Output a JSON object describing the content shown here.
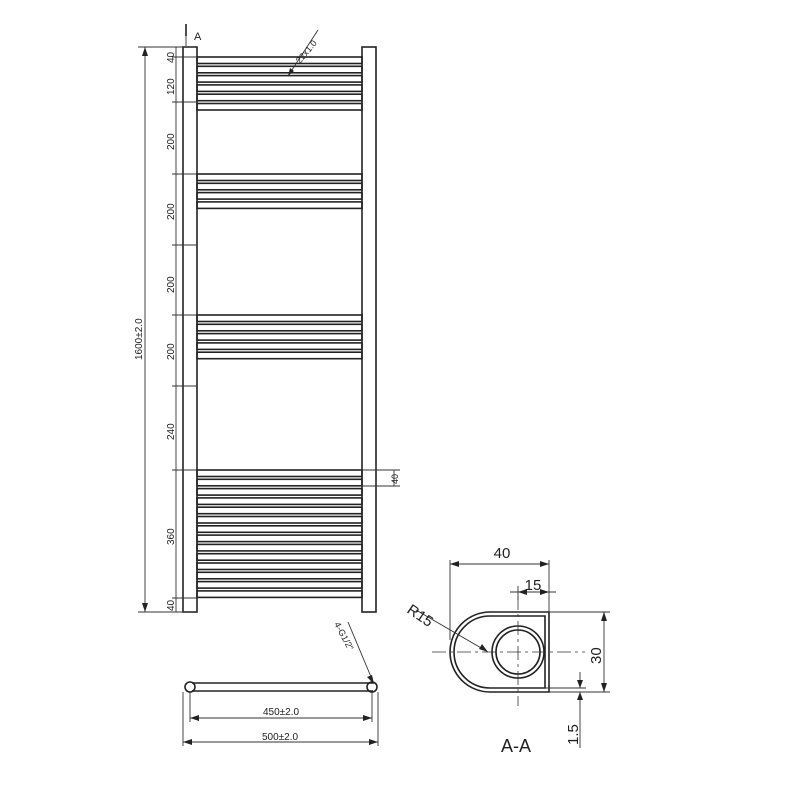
{
  "front_view": {
    "section_marker": "A",
    "tube_callout": "22x1.0",
    "overall_height": "1600±2.0",
    "vertical_segments": [
      "40",
      "120",
      "200",
      "200",
      "200",
      "200",
      "240",
      "360",
      "40"
    ],
    "bar_end_offset": "40",
    "bar_groups": [
      6,
      4,
      5,
      14
    ]
  },
  "plan_view": {
    "connection_callout": "4-G1/2\"",
    "centers_width": "450±2.0",
    "overall_width": "500±2.0"
  },
  "section_view": {
    "title": "A-A",
    "width": "40",
    "inner_offset": "15",
    "radius": "R15",
    "height": "30",
    "wall": "1.5"
  }
}
